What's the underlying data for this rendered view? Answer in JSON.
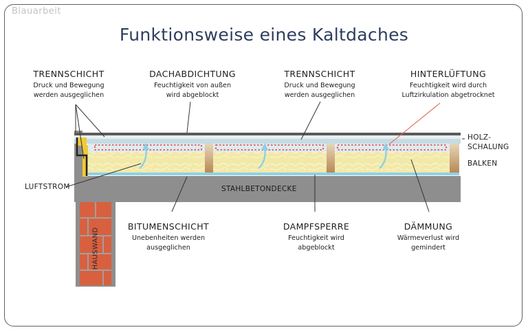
{
  "brand": "Blauarbeit",
  "title": "Funktionsweise eines Kaltdaches",
  "labels": {
    "trennschicht_1": {
      "heading": "TRENNSCHICHT",
      "line1": "Druck und Bewegung",
      "line2": "werden ausgeglichen"
    },
    "dachabdichtung": {
      "heading": "DACHABDICHTUNG",
      "line1": "Feuchtigkeit von außen",
      "line2": "wird abgeblockt"
    },
    "trennschicht_2": {
      "heading": "TRENNSCHICHT",
      "line1": "Druck und Bewegung",
      "line2": "werden ausgeglichen"
    },
    "hinterlueftung": {
      "heading": "HINTERLÜFTUNG",
      "line1": "Feuchtigkeit wird durch",
      "line2": "Luftzirkulation abgetrocknet"
    },
    "bitumenschicht": {
      "heading": "BITUMENSCHICHT",
      "line1": "Unebenheiten werden",
      "line2": "ausgeglichen"
    },
    "dampfsperre": {
      "heading": "DAMPFSPERRE",
      "line1": "Feuchtigkeit wird",
      "line2": "abgeblockt"
    },
    "daemmung": {
      "heading": "DÄMMUNG",
      "line1": "Wärmeverlust wird",
      "line2": "gemindert"
    }
  },
  "side_labels": {
    "holz_1": "HOLZ-",
    "holz_2": "SCHALUNG",
    "balken": "BALKEN",
    "luftstrom": "LUFTSTROM",
    "stahlbetondecke": "STAHLBETONDECKE",
    "hauswand": "HAUSWAND"
  },
  "colors": {
    "title": "#2e3e60",
    "concrete": "#8e8e8e",
    "insulation": "#f2e9a8",
    "air_gap": "#dbe9ee",
    "vapor_barrier": "#8fd0e6",
    "roof_membrane": "#5b5b5b",
    "board": "#c6dbe3",
    "beam": "#c39a6b",
    "brick": "#d9603f",
    "ventilation_dash": "#e04040",
    "arrow": "#8fcfe8"
  }
}
